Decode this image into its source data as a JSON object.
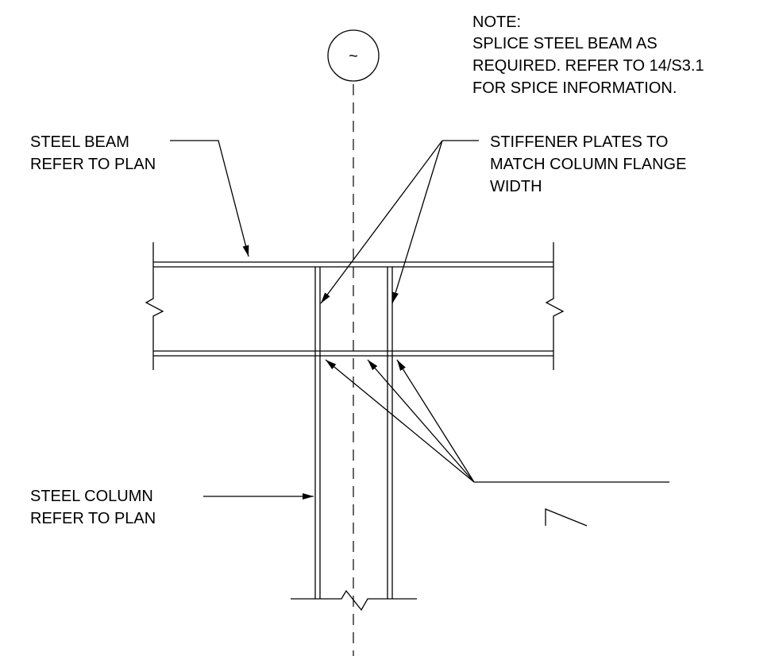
{
  "colors": {
    "background": "#ffffff",
    "ink": "#000000"
  },
  "grid_bubble": {
    "text": "~"
  },
  "note": {
    "lines": [
      "NOTE:",
      "SPLICE STEEL BEAM AS",
      "REQUIRED. REFER TO 14/S3.1",
      "FOR SPICE INFORMATION."
    ]
  },
  "labels": {
    "beam": [
      "STEEL BEAM",
      "REFER TO PLAN"
    ],
    "stiffener": [
      "STIFFENER PLATES TO",
      "MATCH COLUMN FLANGE",
      "WIDTH"
    ],
    "column": [
      "STEEL COLUMN",
      "REFER TO PLAN"
    ]
  },
  "weld_symbol": {
    "type": "fillet",
    "side": "arrow-side"
  }
}
